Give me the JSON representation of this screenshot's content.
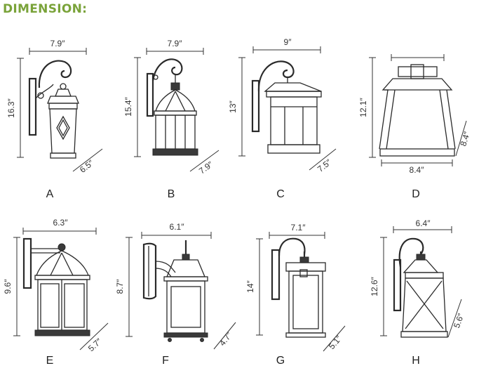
{
  "header": {
    "title": "DIMENSION:",
    "title_color": "#7aa33a"
  },
  "lamps": [
    {
      "letter": "A",
      "width": "7.9″",
      "height": "16.3″",
      "depth": "6.5″"
    },
    {
      "letter": "B",
      "width": "7.9″",
      "height": "15.4″",
      "depth": "7.9″"
    },
    {
      "letter": "C",
      "width": "9″",
      "height": "13″",
      "depth": "7.5″"
    },
    {
      "letter": "D",
      "width": "8.4″",
      "height": "12.1″",
      "depth": "8.4″"
    },
    {
      "letter": "E",
      "width": "6.3″",
      "height": "9.6″",
      "depth": "5.7″"
    },
    {
      "letter": "F",
      "width": "6.1″",
      "height": "8.7″",
      "depth": "4.7″"
    },
    {
      "letter": "G",
      "width": "7.1″",
      "height": "14″",
      "depth": "5.1″"
    },
    {
      "letter": "H",
      "width": "6.4″",
      "height": "12.6″",
      "depth": "5.6″"
    }
  ]
}
